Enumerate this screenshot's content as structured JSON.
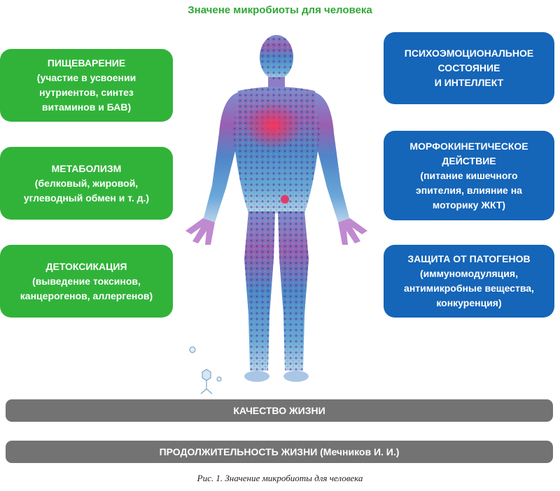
{
  "title": "Значене микробиоты для человека",
  "left_boxes": [
    {
      "heading": "ПИЩЕВАРЕНИЕ",
      "detail": "(участие в усвоении\nнутриентов, синтез\nвитаминов и БАВ)"
    },
    {
      "heading": "МЕТАБОЛИЗМ",
      "detail": "(белковый, жировой,\nуглеводный обмен и т. д.)"
    },
    {
      "heading": "ДЕТОКСИКАЦИЯ",
      "detail": "(выведение токсинов,\nканцерогенов, аллергенов)"
    }
  ],
  "right_boxes": [
    {
      "heading": "ПСИХОЭМОЦИОНАЛЬНОЕ\nСОСТОЯНИЕ\nИ ИНТЕЛЛЕКТ",
      "detail": ""
    },
    {
      "heading": "МОРФОКИНЕТИЧЕСКОЕ\nДЕЙСТВИЕ",
      "detail": "(питание кишечного\nэпителия, влияние на\nмоторику ЖКТ)"
    },
    {
      "heading": "ЗАЩИТА ОТ ПАТОГЕНОВ",
      "detail": "(иммуномодуляция,\nантимикробные вещества,\nконкуренция)"
    }
  ],
  "bars": {
    "quality": "КАЧЕСТВО ЖИЗНИ",
    "longevity": "ПРОДОЛЖИТЕЛЬНОСТЬ ЖИЗНИ (Мечников И. И.)"
  },
  "caption": "Рис. 1. Значение микробиоты для человека",
  "colors": {
    "green": "#31b33a",
    "blue": "#1565b8",
    "bar_gray": "#737373",
    "title_green": "#2fa836"
  }
}
